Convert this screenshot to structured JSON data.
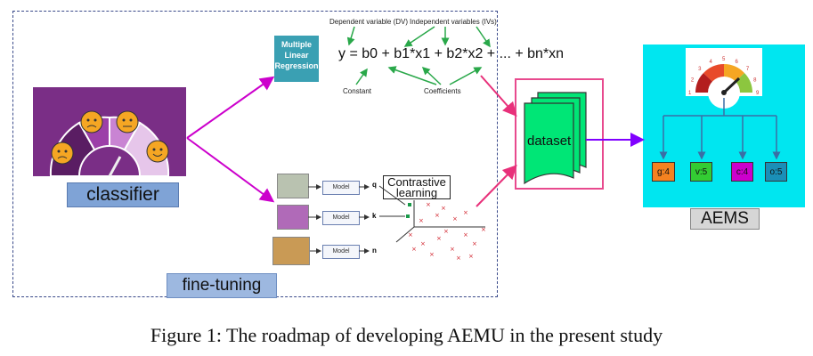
{
  "classifier": {
    "label": "classifier"
  },
  "fine_tuning": {
    "label": "fine-tuning"
  },
  "regression": {
    "box_label": "Multiple\nLinear\nRegression",
    "dependent_label": "Dependent variable (DV)",
    "independent_label": "Independent variables (IVs)",
    "constant_label": "Constant",
    "coefficients_label": "Coefficients",
    "equation": "y = b0 + b1*x1 + b2*x2 + ... + bn*xn"
  },
  "contrastive": {
    "label": "Contrastive learning",
    "model_label": "Model",
    "outputs": [
      "q",
      "k",
      "n"
    ]
  },
  "dataset": {
    "label": "dataset"
  },
  "aems": {
    "label": "AEMS",
    "gauge_numbers": [
      "1",
      "2",
      "3",
      "4",
      "5",
      "6",
      "7",
      "8",
      "9"
    ],
    "outputs": [
      {
        "label": "g:4",
        "color": "#f58220"
      },
      {
        "label": "v:5",
        "color": "#33cc33"
      },
      {
        "label": "c:4",
        "color": "#cc00cc"
      },
      {
        "label": "o:5",
        "color": "#1a8fb8"
      }
    ]
  },
  "colors": {
    "arrow_magenta": "#cc00cc",
    "arrow_pink": "#e8307a",
    "arrow_purple": "#8000ff",
    "aems_bg": "#00e6f0"
  },
  "caption": "Figure 1: The roadmap of developing AEMU in the present study"
}
